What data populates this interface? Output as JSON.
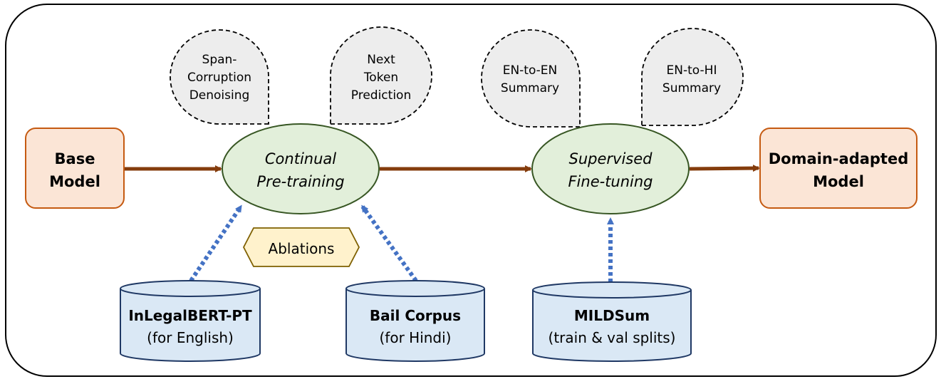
{
  "task_bubbles": {
    "span_corruption": {
      "line1": "Span-",
      "line2": "Corruption",
      "line3": "Denoising"
    },
    "next_token": {
      "line1": "Next",
      "line2": "Token",
      "line3": "Prediction"
    },
    "en_en": {
      "line1": "EN-to-EN",
      "line2": "Summary"
    },
    "en_hi": {
      "line1": "EN-to-HI",
      "line2": "Summary"
    }
  },
  "base_model": {
    "line1": "Base",
    "line2": "Model"
  },
  "domain_model": {
    "line1": "Domain-adapted",
    "line2": "Model"
  },
  "continual": {
    "line1": "Continual",
    "line2": "Pre-training"
  },
  "supervised": {
    "line1": "Supervised",
    "line2": "Fine-tuning"
  },
  "ablations": {
    "label": "Ablations"
  },
  "datasets": {
    "inlegalbert": {
      "name": "InLegalBERT-PT",
      "sub": "(for English)"
    },
    "bail": {
      "name": "Bail Corpus",
      "sub": "(for Hindi)"
    },
    "mildsum": {
      "name": "MILDSum",
      "sub": "(train & val splits)"
    }
  },
  "colors": {
    "flow_arrow": "#843c0c",
    "data_arrow": "#4472c4",
    "model_fill": "#fbe5d6",
    "model_stroke": "#c55a11",
    "stage_fill": "#e2efda",
    "stage_stroke": "#375623",
    "db_fill": "#dae8f5",
    "db_stroke": "#1f3864",
    "hex_fill": "#fff2cc",
    "hex_stroke": "#7f6000",
    "bubble_fill": "#ededed"
  }
}
